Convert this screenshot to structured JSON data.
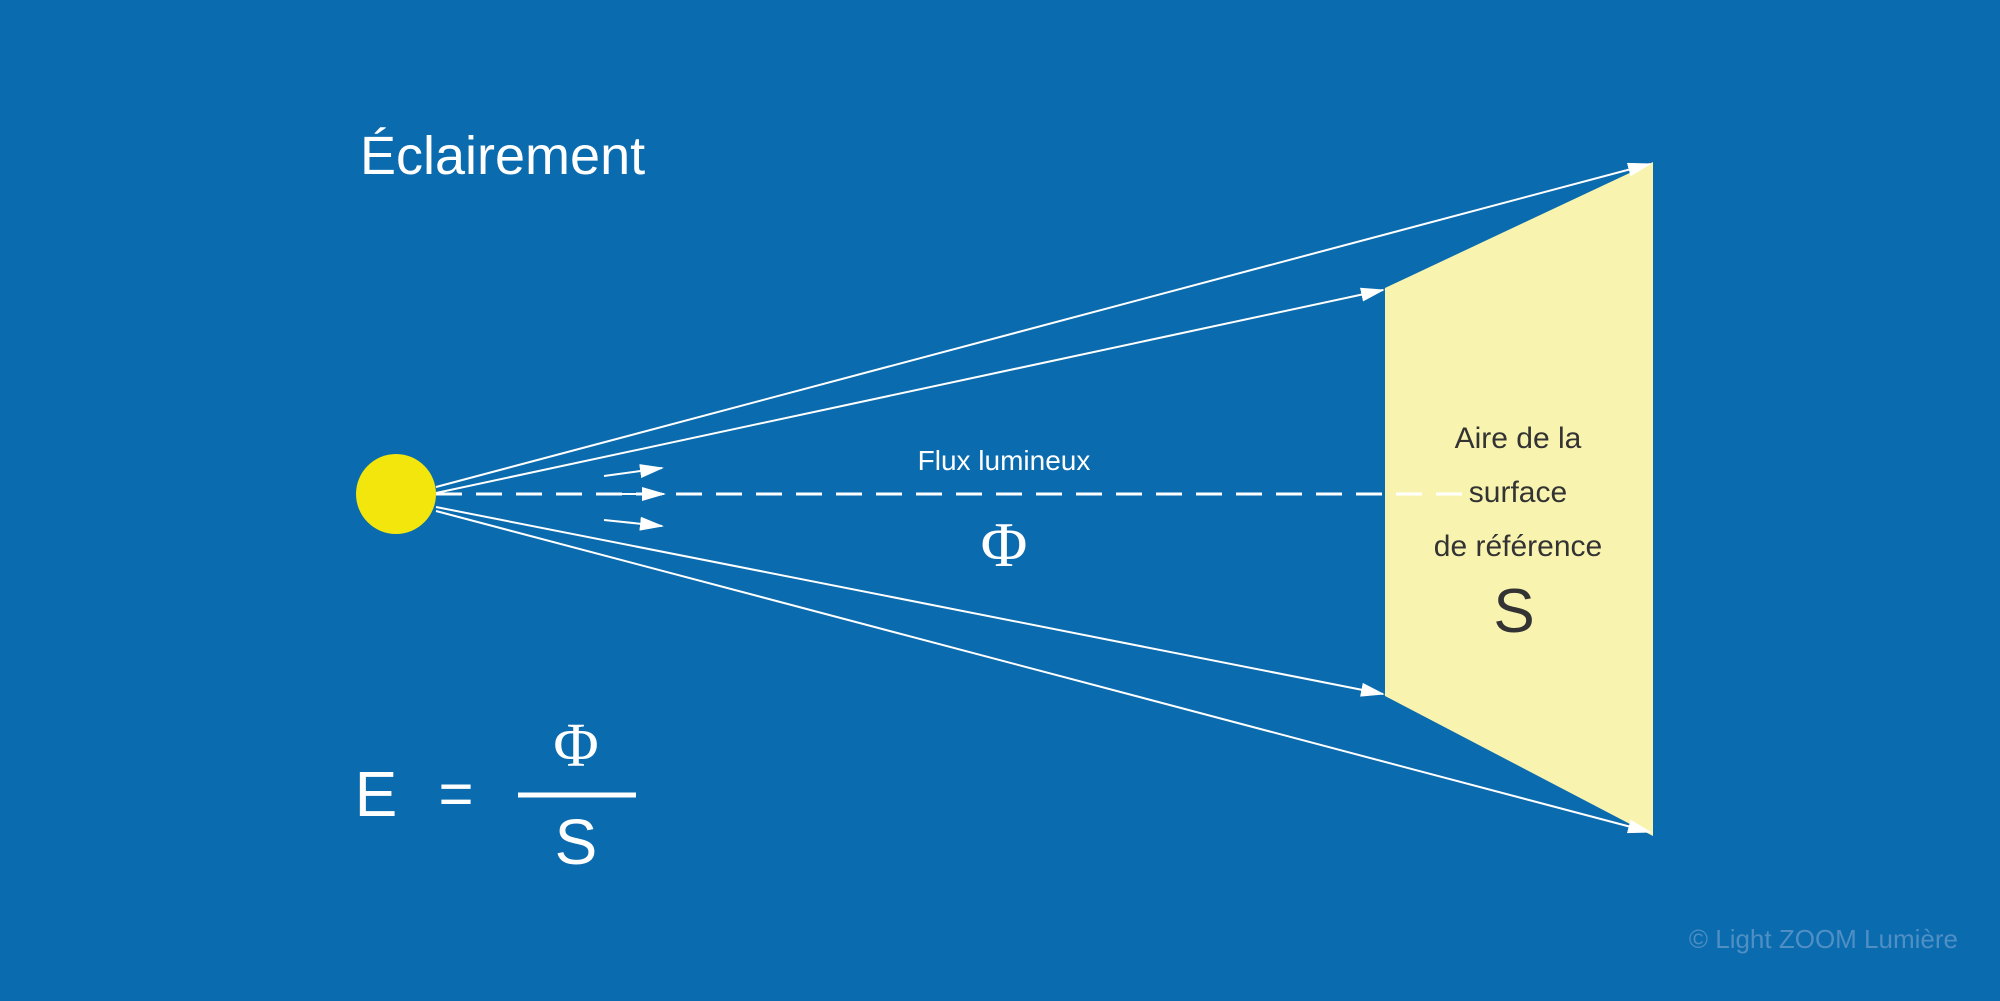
{
  "title": "Éclairement",
  "flux_label": "Flux lumineux",
  "flux_symbol": "Φ",
  "surface_label": {
    "line1": "Aire de la",
    "line2": "surface",
    "line3": "de référence"
  },
  "surface_symbol": "S",
  "formula": {
    "lhs": "E",
    "equals": "=",
    "numerator": "Φ",
    "denominator": "S"
  },
  "copyright": "© Light ZOOM Lumière",
  "colors": {
    "background": "#0a6bae",
    "source": "#f2e60d",
    "surface": "#f8f4b0",
    "lines": "#ffffff",
    "dark_text": "#333333",
    "watermark": "#4f8fc4"
  },
  "icons": {
    "light_source": "light-source-icon"
  }
}
